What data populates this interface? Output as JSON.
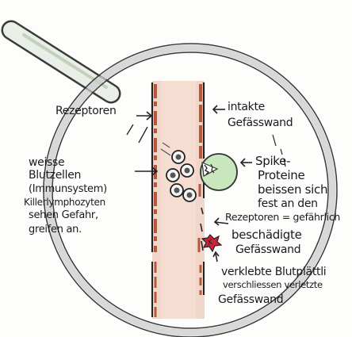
{
  "labels": {
    "rezeptoren": "Rezeptoren",
    "intakte_1": "intakte",
    "intakte_2": "Gefässwand",
    "cells_1": "weisse",
    "cells_2": "Blutzellen",
    "cells_3": "(Immunsystem)",
    "cells_4": "Killerlymphozyten",
    "cells_5": "sehen Gefahr,",
    "cells_6": "greifen an.",
    "spike_1": "Spike-",
    "spike_2": "Proteine",
    "spike_3": "beissen sich",
    "spike_4": "fest an den",
    "spike_5": "Rezeptoren = gefährlich",
    "damaged_1": "beschädigte",
    "damaged_2": "Gefässwand",
    "platelets_1": "verklebte Blutplättli",
    "platelets_2": "verschliessen verletzte",
    "platelets_3": "Gefässwand"
  },
  "colors": {
    "vessel_wall": "#b9563a",
    "vessel_fill": "#f1d6c9",
    "lens_rim": "#c8ccca",
    "handle": "#e9eee7",
    "virus_fill": "#c9e7bd",
    "platelet": "#c7243b",
    "ink": "#1a1a1a"
  }
}
